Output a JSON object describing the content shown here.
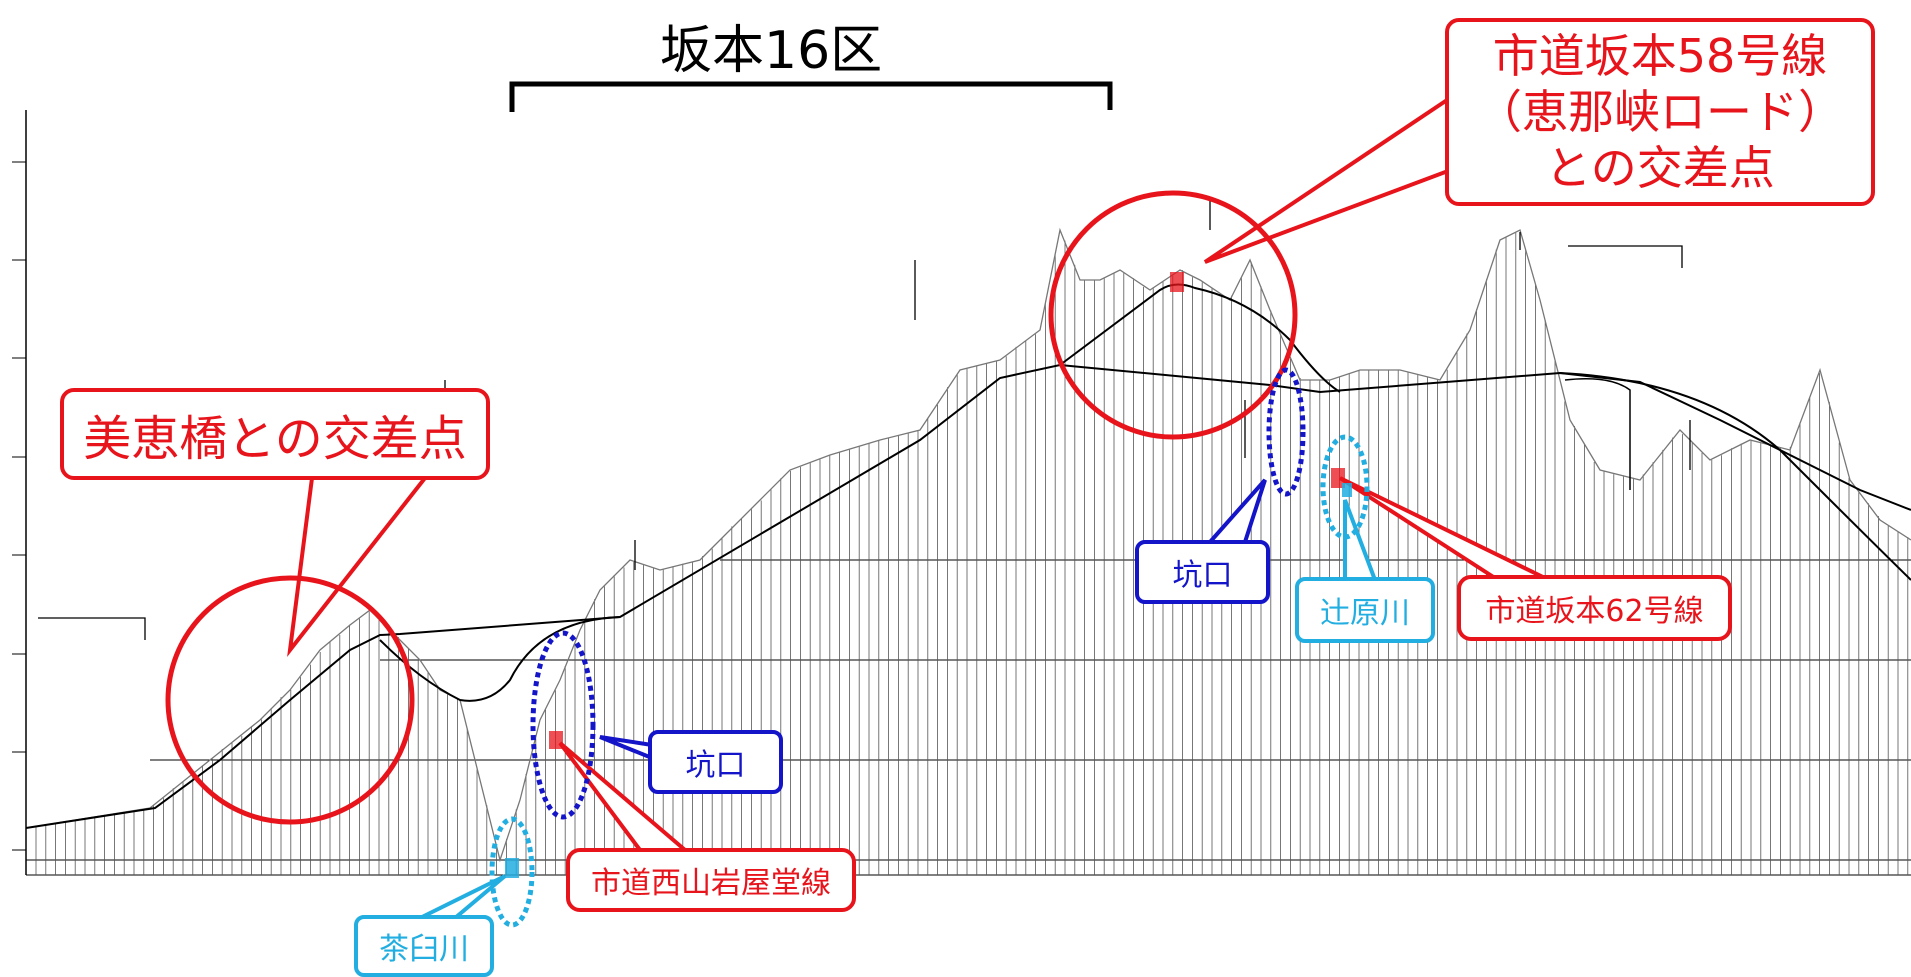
{
  "title": "坂本16区",
  "callouts": {
    "sakamoto58": {
      "line1": "市道坂本58号線",
      "line2": "（恵那峡ロード）",
      "line3": "との交差点"
    },
    "mieibashi": "美恵橋との交差点",
    "koguchi_1": "坑口",
    "koguchi_2": "坑口",
    "nishiyama": "市道西山岩屋堂線",
    "sakamoto62": "市道坂本62号線",
    "tsujihara": "辻原川",
    "chausu": "茶臼川"
  },
  "colors": {
    "red": "#e8141b",
    "blue": "#1414c8",
    "cyan": "#22aee0",
    "line": "#000000",
    "ground": "#888888"
  }
}
